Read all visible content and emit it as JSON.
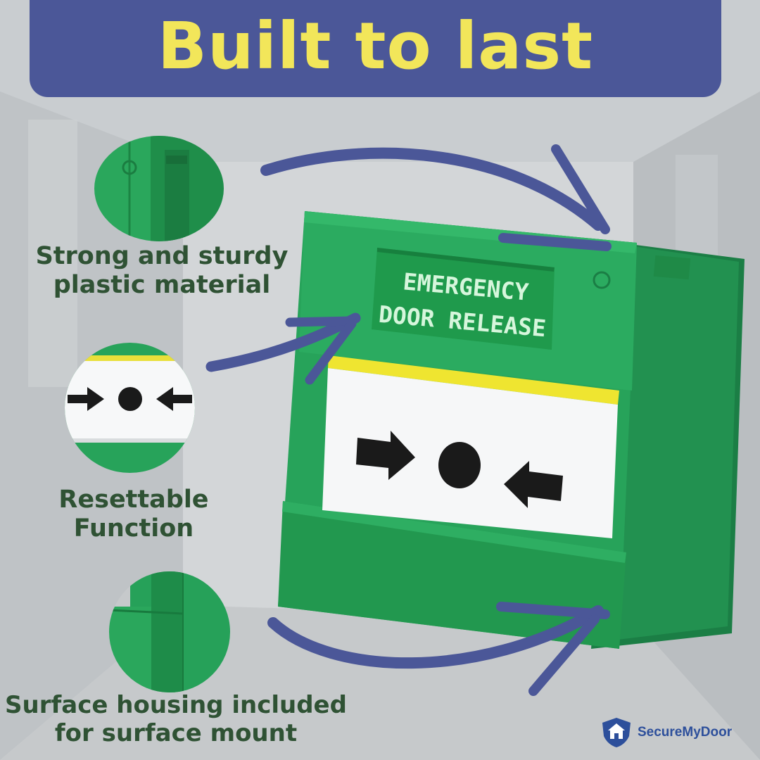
{
  "banner": {
    "title": "Built to last"
  },
  "features": [
    {
      "icon": "plastic-housing-closeup",
      "caption_line1": "Strong and sturdy",
      "caption_line2": "plastic material"
    },
    {
      "icon": "arrows-dot-symbol-closeup",
      "caption_line1": "Resettable",
      "caption_line2": "Function"
    },
    {
      "icon": "surface-housing-closeup",
      "caption_line1": "Surface housing included",
      "caption_line2": "for surface mount"
    }
  ],
  "product": {
    "label_line1": "EMERGENCY",
    "label_line2": "DOOR RELEASE",
    "body_color": "#27a35a",
    "dark_color": "#1b7e45",
    "label_color": "#1f9a4c",
    "label_text_color": "#d6f6dc",
    "window_color": "#f6f7f8",
    "accent_yellow": "#efe530"
  },
  "colors": {
    "banner_bg": "#4b5798",
    "banner_text": "#f2e65a",
    "caption_text": "#2f5234",
    "arrow": "#4b5798"
  },
  "brand": {
    "name": "SecureMyDoor",
    "icon": "shield-house-icon"
  }
}
